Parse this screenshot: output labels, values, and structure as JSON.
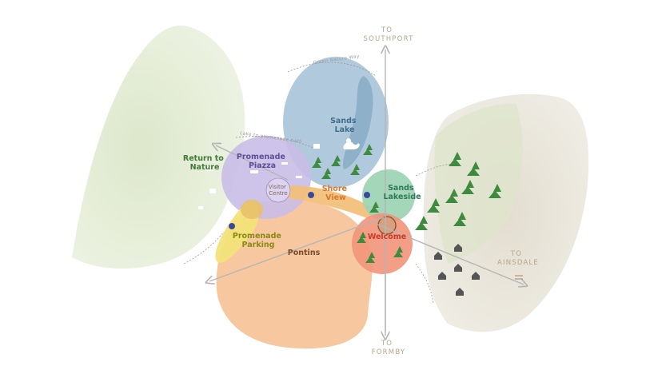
{
  "zones": {
    "return_to_nature": {
      "line1": "Return to",
      "line2": "Nature",
      "color": "#3f7a3a"
    },
    "promenade_piazza": {
      "line1": "Promenade",
      "line2": "Piazza",
      "color": "#5b4f9a"
    },
    "sands_lake": {
      "line1": "Sands",
      "line2": "Lake",
      "color": "#3d6f8c"
    },
    "shore_view": {
      "line1": "Shore",
      "line2": "View",
      "color": "#d9772e"
    },
    "sands_lakeside": {
      "line1": "Sands",
      "line2": "Lakeside",
      "color": "#2e7a5a"
    },
    "welcome": {
      "label": "Welcome",
      "color": "#c93a2a"
    },
    "promenade_parking": {
      "line1": "Promenade",
      "line2": "Parking",
      "color": "#8a8a10"
    },
    "pontins": {
      "label": "Pontins",
      "color": "#7a4a2a"
    }
  },
  "directions": {
    "southport": {
      "line1": "TO",
      "line2": "SOUTHPORT"
    },
    "formby": {
      "line1": "TO",
      "line2": "FORMBY"
    },
    "ainsdale": {
      "line1": "TO",
      "line2": "AINSDALE"
    }
  },
  "visitor_centre": {
    "line1": "Visitor",
    "line2": "Centre"
  },
  "paths": {
    "green_nature_way": "Green Nature Way",
    "lake_to_promenade": "Lake to promenade path"
  },
  "colors": {
    "nature": "#dfe8cf",
    "piazza": "#c9bde6",
    "lake": "#a9c3d9",
    "shore_view": "#f2c07a",
    "lakeside": "#9fd4b5",
    "welcome": "#f2937a",
    "parking": "#f2e37a",
    "pontins": "#f7c7a0",
    "dunes": "#e6e2d6",
    "tree": "#3e8a3e",
    "house": "#555555",
    "arrow": "#b5b5b5"
  }
}
